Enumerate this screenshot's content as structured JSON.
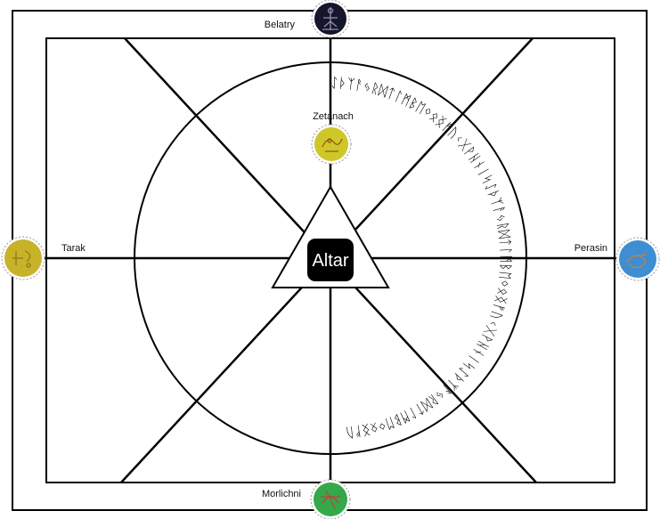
{
  "diagram": {
    "center_label": "Altar",
    "colors": {
      "line": "#000000",
      "background": "#ffffff",
      "altar_fill": "#000000",
      "altar_text": "#ffffff"
    },
    "sigils": {
      "top": {
        "label": "Belatry",
        "fill": "#15152b",
        "stroke": "#9090b0",
        "icon": "belatry-sigil-icon"
      },
      "upper_center": {
        "label": "Zetanach",
        "fill": "#cfc62a",
        "stroke": "#8a7a10",
        "icon": "zetanach-sigil-icon"
      },
      "left": {
        "label": "Tarak",
        "fill": "#c7b22a",
        "stroke": "#8a7a10",
        "icon": "tarak-sigil-icon"
      },
      "right": {
        "label": "Perasin",
        "fill": "#3e8ed2",
        "stroke": "#c88040",
        "icon": "perasin-sigil-icon"
      },
      "bottom": {
        "label": "Morlichni",
        "fill": "#35a84a",
        "stroke": "#c04040",
        "icon": "morlichni-sigil-icon"
      }
    },
    "ring_script": "ᛇᚦᛉᚨᛃᚱᛞᛏᛚᛗᛒᛖᛜᛟᛝᚠᚢᚲᚷᚹᚺᚾᛁᛋᛇᚦᛉᚨᛃᚱᛞᛏᛚᛗᛒᛖᛜᛟᛝᚠᚢᚲᚷᚹᚺᚾᛁᛋᛇᚦᛉᚨᛃᚱᛞᛏᛚᛗᛒᛖᛜᛟᛝᚠᚢ"
  }
}
